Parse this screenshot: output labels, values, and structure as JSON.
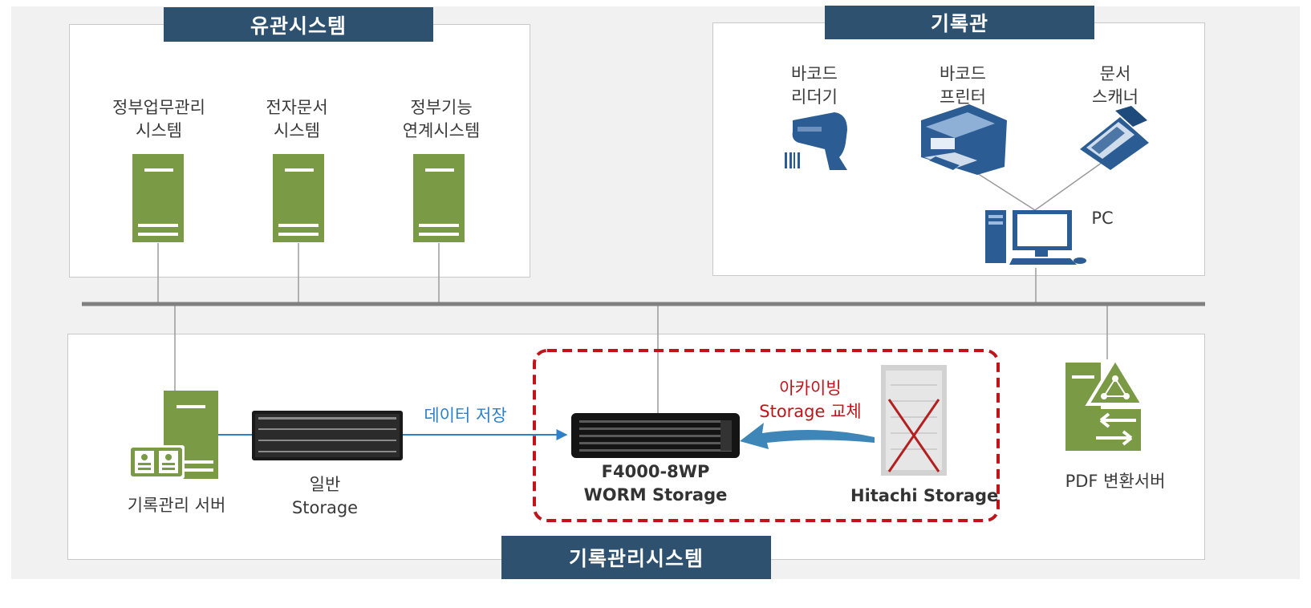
{
  "top_left": {
    "title": "유관시스템",
    "servers": [
      {
        "line1": "정부업무관리",
        "line2": "시스템"
      },
      {
        "line1": "전자문서",
        "line2": "시스템"
      },
      {
        "line1": "정부기능",
        "line2": "연계시스템"
      }
    ]
  },
  "top_right": {
    "title": "기록관",
    "devices": [
      {
        "line1": "바코드",
        "line2": "리더기",
        "icon": "barcode-reader-icon"
      },
      {
        "line1": "바코드",
        "line2": "프린터",
        "icon": "barcode-printer-icon"
      },
      {
        "line1": "문서",
        "line2": "스캐너",
        "icon": "scanner-icon"
      }
    ],
    "pc_label": "PC"
  },
  "bottom": {
    "title": "기록관리시스템",
    "records_server": "기록관리 서버",
    "general_storage": {
      "line1": "일반",
      "line2": "Storage"
    },
    "data_store_label": "데이터 저장",
    "worm_storage": {
      "line1": "F4000-8WP",
      "line2": "WORM Storage"
    },
    "archiving_label": {
      "line1": "아카이빙",
      "line2": "Storage 교체"
    },
    "hitachi_storage": "Hitachi Storage",
    "pdf_server": "PDF 변환서버"
  },
  "colors": {
    "title_bg": "#2e5170",
    "server_green": "#7a9a45",
    "device_blue": "#2b5d94",
    "highlight_red": "#c0141a",
    "arrow_blue": "#2f80c8"
  }
}
